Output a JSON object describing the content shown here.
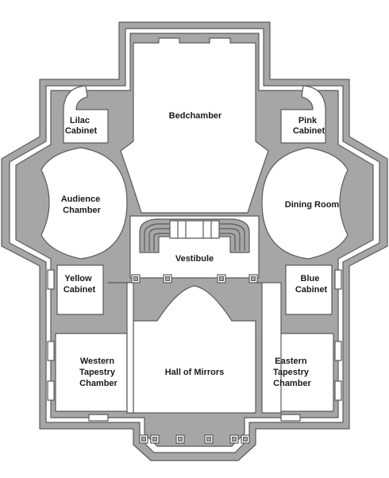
{
  "rooms": {
    "bedchamber": [
      "Bedchamber"
    ],
    "lilac_cabinet": [
      "Lilac",
      "Cabinet"
    ],
    "pink_cabinet": [
      "Pink",
      "Cabinet"
    ],
    "audience_chamber": [
      "Audience",
      "Chamber"
    ],
    "dining_room": [
      "Dining Room"
    ],
    "vestibule": [
      "Vestibule"
    ],
    "yellow_cabinet": [
      "Yellow",
      "Cabinet"
    ],
    "blue_cabinet": [
      "Blue",
      "Cabinet"
    ],
    "western_tapestry_chamber": [
      "Western",
      "Tapestry",
      "Chamber"
    ],
    "hall_of_mirrors": [
      "Hall of Mirrors"
    ],
    "eastern_tapestry_chamber": [
      "Eastern",
      "Tapestry",
      "Chamber"
    ]
  },
  "colors": {
    "wall_fill": "#a6a6a6",
    "wall_stroke": "#5a5a5a",
    "room_fill": "#ffffff"
  }
}
